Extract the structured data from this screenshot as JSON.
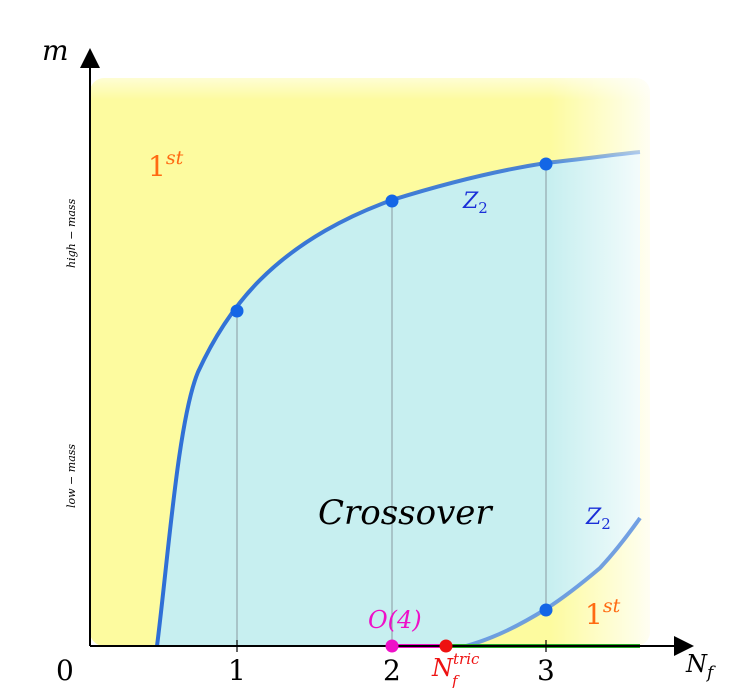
{
  "axes": {
    "y_label": "m",
    "x_label_main": "N",
    "x_label_sub": "f",
    "origin": "0",
    "x_ticks": [
      "1",
      "2",
      "3"
    ],
    "y_side_labels": {
      "upper": "high − mass",
      "lower": "low − mass"
    }
  },
  "regions": {
    "first_order_upper": {
      "base": "1",
      "sup": "st"
    },
    "first_order_lower": {
      "base": "1",
      "sup": "st"
    },
    "crossover": "Crossover"
  },
  "lines": {
    "z2_upper": {
      "base": "Z",
      "sub": "2"
    },
    "z2_lower": {
      "base": "Z",
      "sub": "2"
    }
  },
  "points": {
    "o4": "O(4)",
    "tricritical": {
      "base": "N",
      "sub": "f",
      "sup": "tric"
    }
  },
  "colors": {
    "first_order_region": "#fdfb9f",
    "crossover_region": "#c7eff0",
    "z2_line": "#2f6fd6",
    "marker": "#1466e6",
    "o4_line": "#ee10c8",
    "tricritical_point": "#ee1111",
    "first_order_line": "#22aa22",
    "first_order_label": "#ff6a12",
    "z2_label": "#1a2fd8",
    "o4_label": "#ee10c8",
    "tric_label": "#ee1111"
  }
}
